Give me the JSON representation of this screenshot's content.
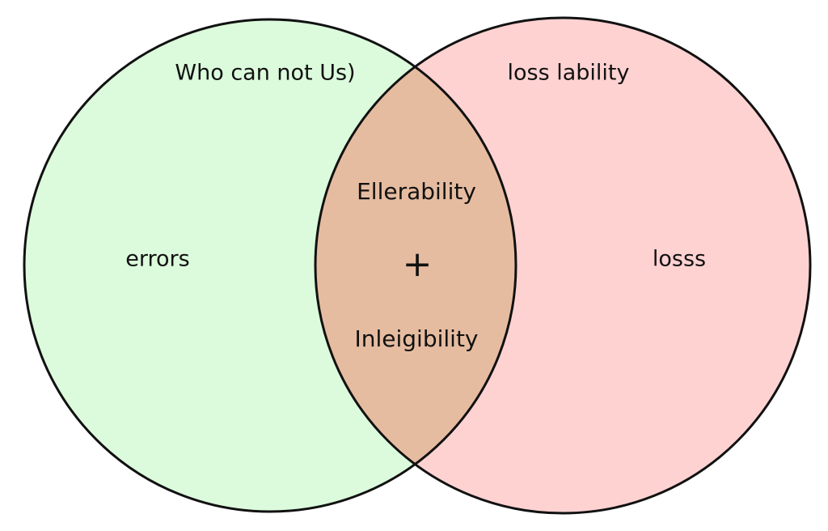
{
  "diagram": {
    "sets": [
      {
        "title": "Who can not Us)",
        "content": "errors",
        "fill_color": "#dcfadc",
        "stroke_color": "#111111"
      },
      {
        "title": "loss lability",
        "content": "losss",
        "fill_color": "#ffd2d2",
        "stroke_color": "#111111"
      }
    ],
    "intersection": {
      "top_label": "Ellerability",
      "symbol": "+",
      "bottom_label": "Inleigibility",
      "fill_color": "#e6bca0"
    }
  }
}
